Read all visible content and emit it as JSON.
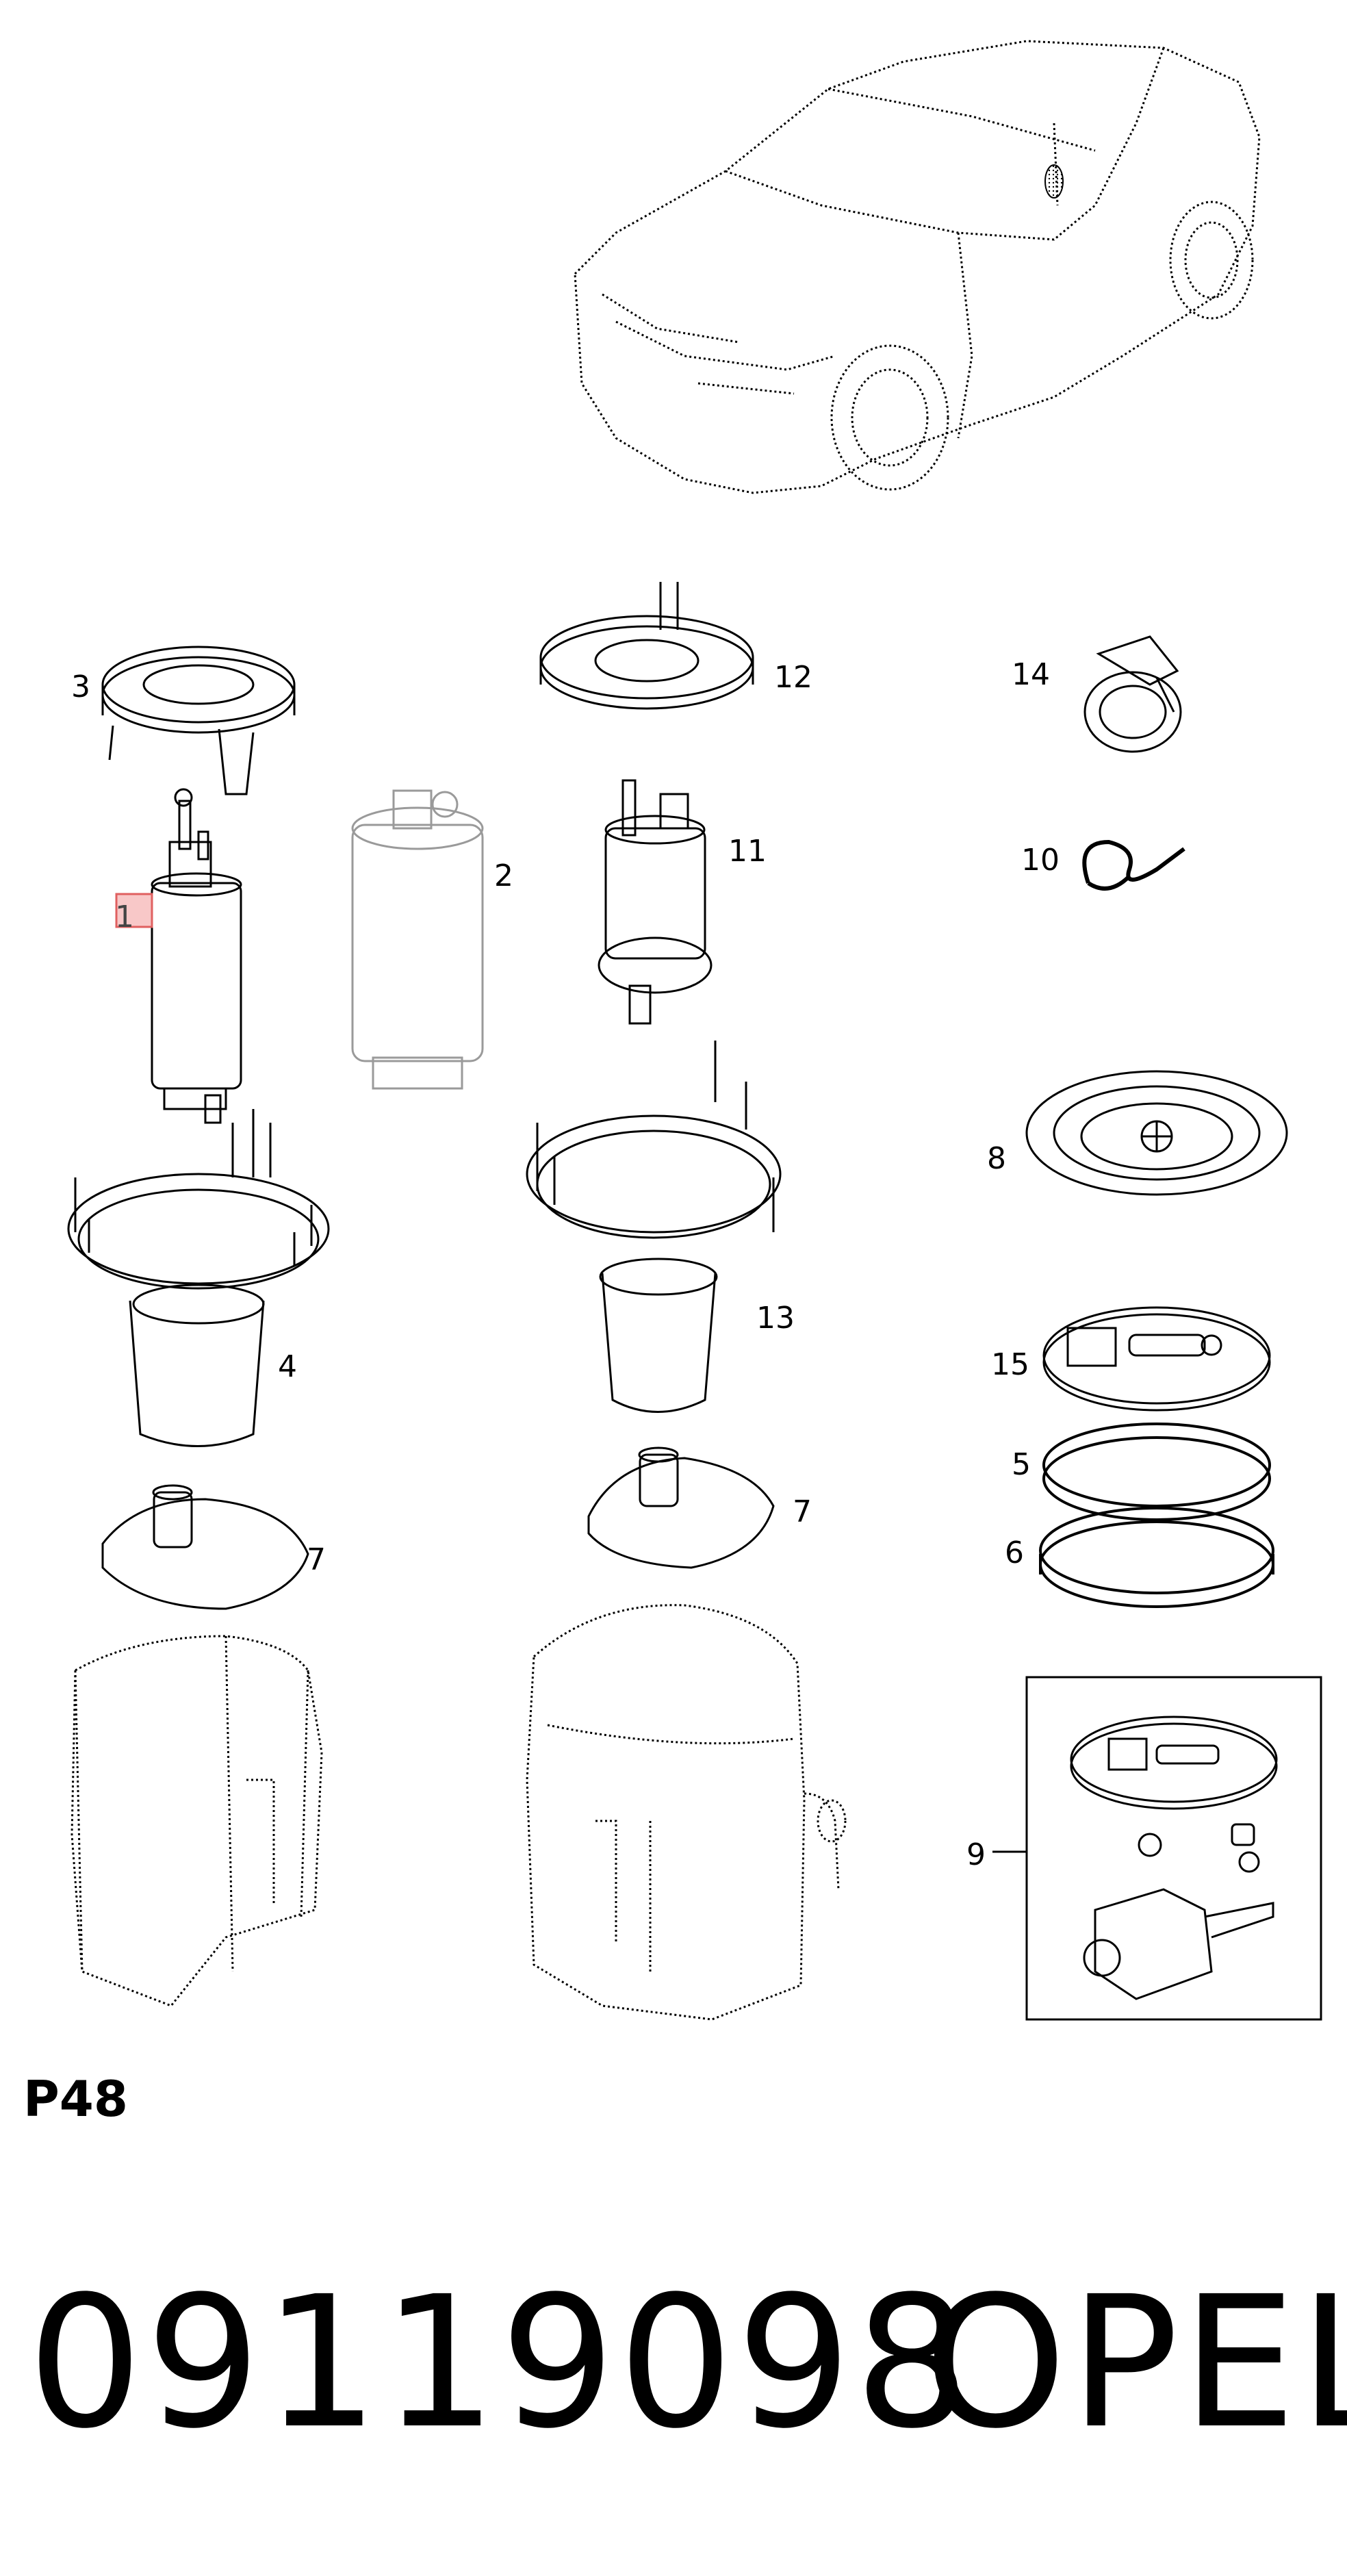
{
  "callouts": {
    "c1": "1",
    "c2": "2",
    "c3": "3",
    "c4": "4",
    "c5": "5",
    "c6": "6",
    "c7a": "7",
    "c7b": "7",
    "c8": "8",
    "c9": "9",
    "c10": "10",
    "c11": "11",
    "c12": "12",
    "c13": "13",
    "c14": "14",
    "c15": "15"
  },
  "page_code": "P48",
  "part_number": "09119098",
  "brand": "OPEL",
  "colors": {
    "line": "#000000",
    "ghost": "#9a9a9a",
    "highlight": "#e06060"
  }
}
